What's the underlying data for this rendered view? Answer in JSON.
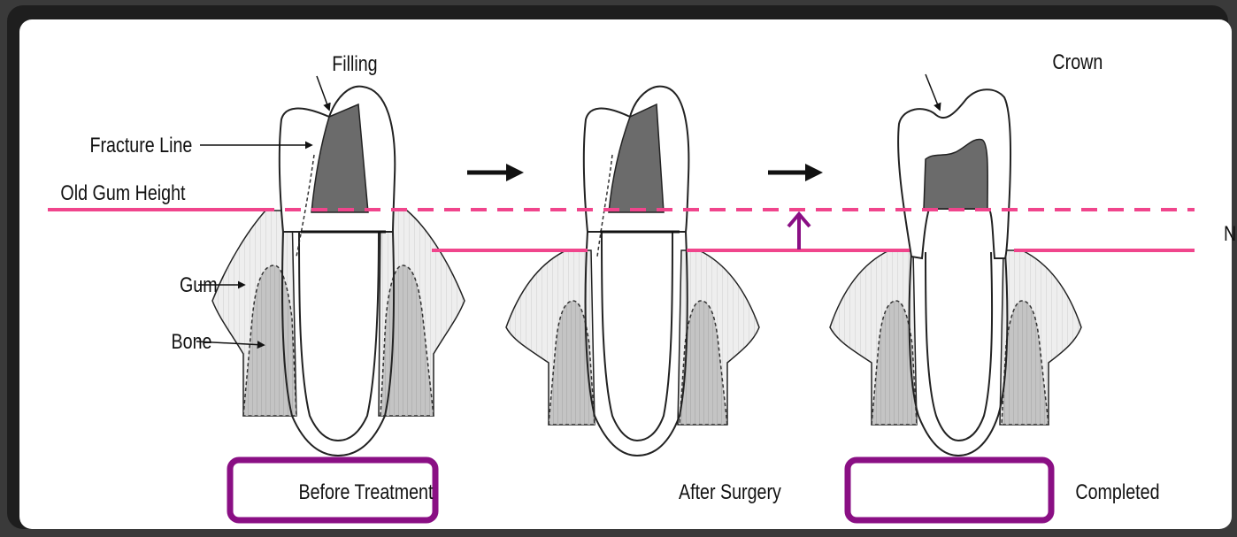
{
  "labels": {
    "filling": "Filling",
    "fracture_line": "Fracture Line",
    "old_gum_height": "Old Gum Height",
    "gum": "Gum",
    "bone": "Bone",
    "crown": "Crown",
    "new_gum_height": "New Gum Height"
  },
  "stages": {
    "before": "Before Treatment",
    "after_surgery": "After Surgery",
    "completed": "Completed"
  },
  "colors": {
    "gum_line": "#f0458c",
    "highlight_box": "#8a0f84",
    "filling": "#666666",
    "bone": "#bcbcbc",
    "gum": "#ececec"
  }
}
